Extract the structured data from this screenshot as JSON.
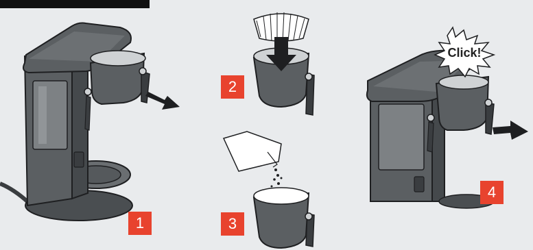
{
  "steps": [
    {
      "number": "1"
    },
    {
      "number": "2"
    },
    {
      "number": "3"
    },
    {
      "number": "4"
    }
  ],
  "callout": {
    "text": "Click!"
  },
  "colors": {
    "background": "#e9ebed",
    "badge": "#e8432e",
    "machine": "#5b5f62",
    "machine_dark": "#3a3d40",
    "outline": "#1e1f21"
  }
}
